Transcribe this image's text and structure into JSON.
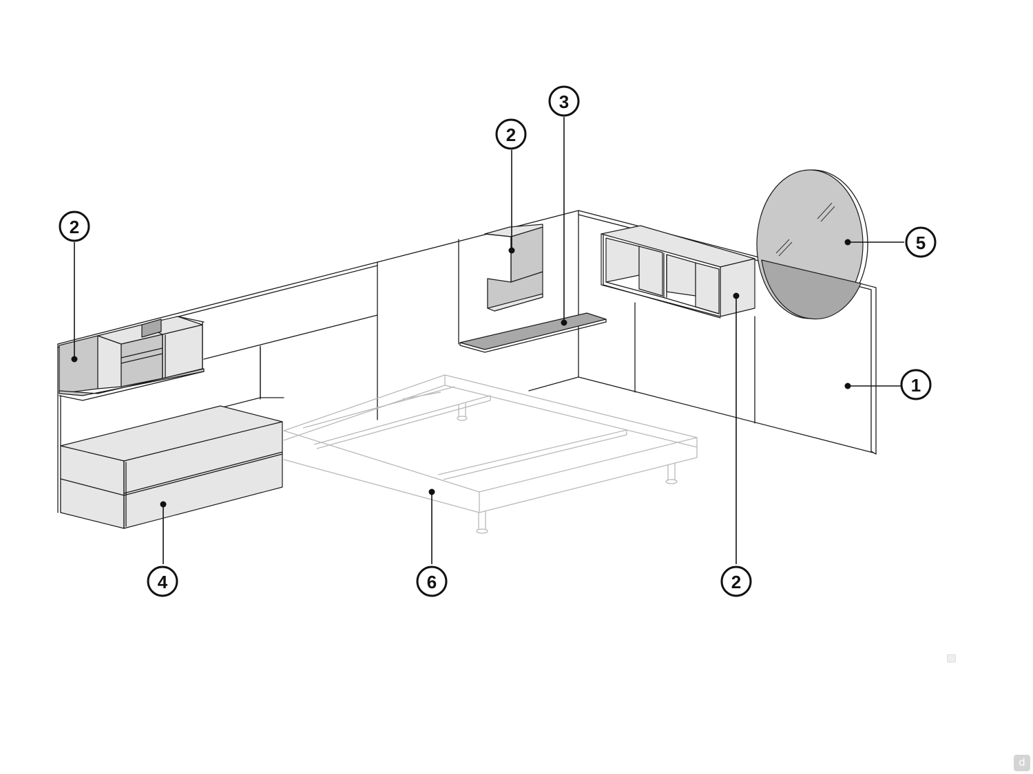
{
  "callouts": [
    {
      "id": "wall-panel",
      "label": "1"
    },
    {
      "id": "wall-unit-left",
      "label": "2"
    },
    {
      "id": "wall-unit-center",
      "label": "2"
    },
    {
      "id": "wall-unit-right",
      "label": "2"
    },
    {
      "id": "shelf",
      "label": "3"
    },
    {
      "id": "chest",
      "label": "4"
    },
    {
      "id": "mirror",
      "label": "5"
    },
    {
      "id": "bed-frame",
      "label": "6"
    }
  ],
  "colors": {
    "line": "#1a1a1a",
    "panel_light": "#e6e6e6",
    "panel_mid": "#c9c9c9",
    "panel_dark": "#a8a8a8",
    "bed_line": "#b8b8b8"
  },
  "watermark": {
    "icon": "d-logo-icon",
    "glyph": "d"
  }
}
